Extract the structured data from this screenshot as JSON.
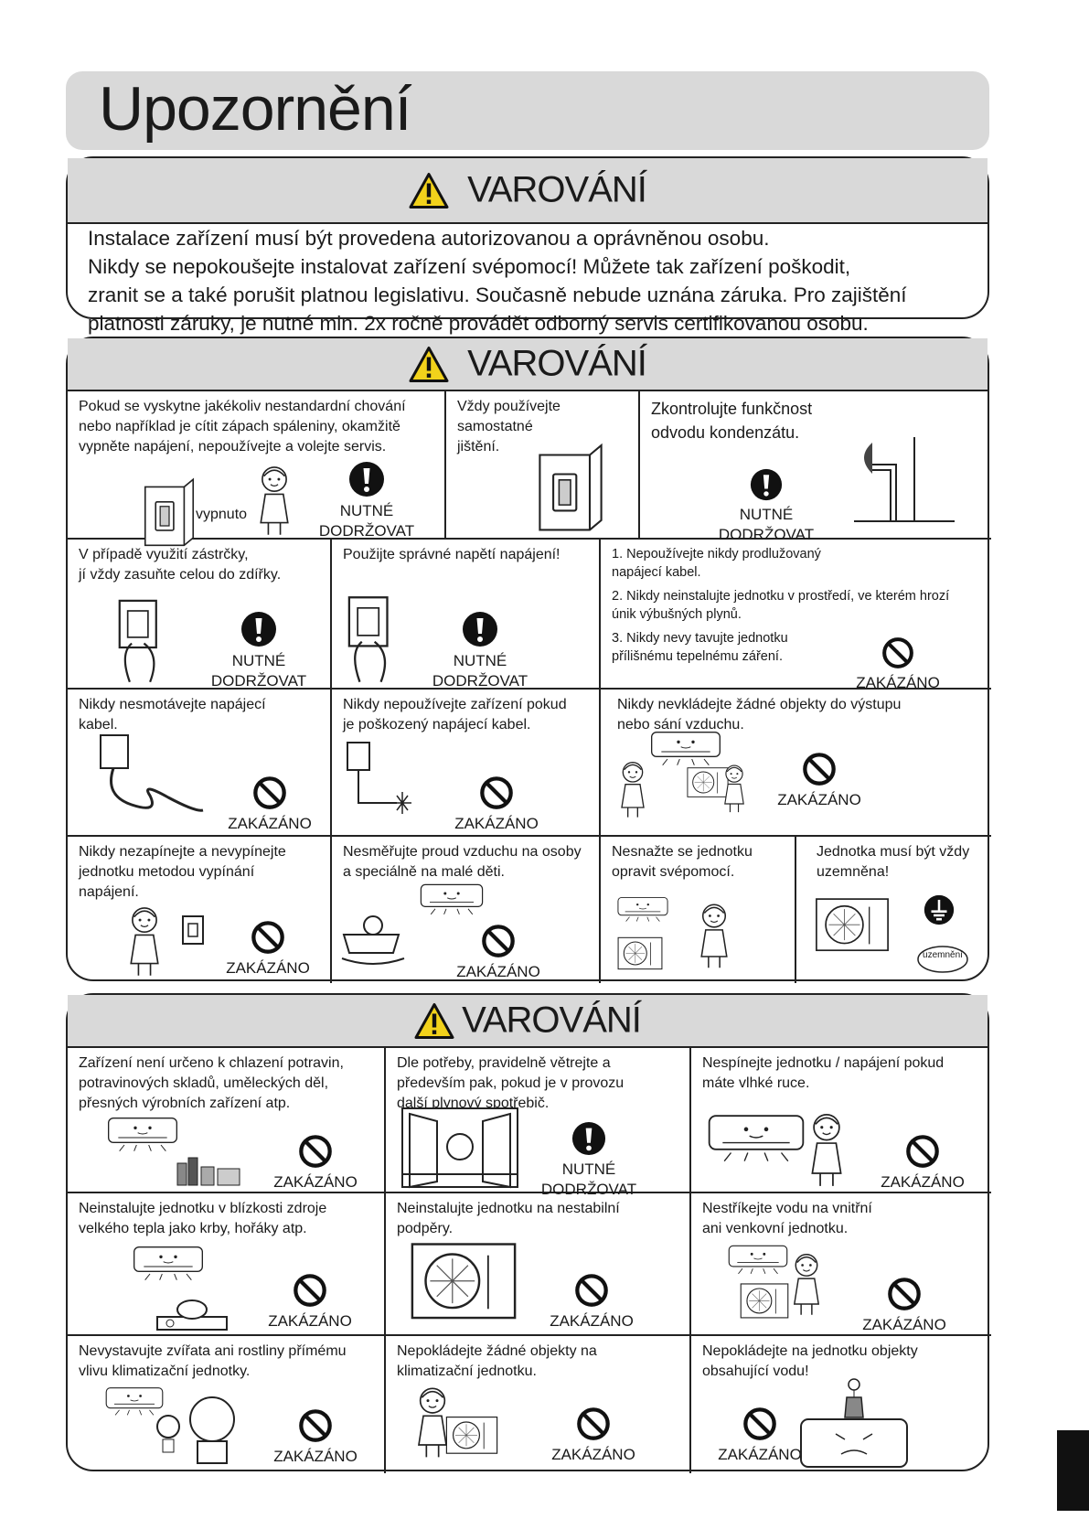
{
  "page_title": "Upozornění",
  "warnings": [
    "VAROVÁNÍ",
    "VAROVÁNÍ",
    "VAROVÁNÍ"
  ],
  "intro_lines": [
    "Instalace zařízení musí být provedena autorizovanou a oprávněnou osobu.",
    "Nikdy se nepokoušejte instalovat zařízení svépomocí! Můžete tak zařízení poškodit,",
    "zranit se a také porušit platnou legislativu. Současně nebude uznána záruka. Pro zajištění",
    "platnosti záruky, je nutné min. 2x ročně provádět odborný servis certifikovanou osobu."
  ],
  "labels": {
    "must": "NUTNÉ\nDODRŽOVAT",
    "forbidden": "ZAKÁZÁNO",
    "off": "vypnuto",
    "ground": "uzemnění"
  },
  "section2": {
    "c1": "Pokud se vyskytne jakékoliv nestandardní chování\nnebo například je cítit zápach spáleniny, okamžitě\nvypněte napájení, nepoužívejte a volejte servis.",
    "c2": "Vždy používejte\nsamostatné\njištění.",
    "c3": "Zkontrolujte funkčnost\nodvodu kondenzátu.",
    "c4": "V případě využití zástrčky,\njí vždy zasuňte celou do zdířky.",
    "c5": "Použijte správné napětí napájení!",
    "c6_1": "1. Nepoužívejte nikdy prodlužovaný\n    napájecí kabel.",
    "c6_2": "2. Nikdy neinstalujte jednotku v prostředí, ve kterém hrozí\n    únik výbušných plynů.",
    "c6_3": "3. Nikdy nevy  tavujte jednotku\n    přílišnému tepelnému záření.",
    "c7": "Nikdy nesmotávejte napájecí\nkabel.",
    "c8": "Nikdy nepoužívejte zařízení pokud\nje poškozený napájecí kabel.",
    "c9": "Nikdy nevkládejte žádné objekty do výstupu\nnebo sání vzduchu.",
    "c10": "Nikdy nezapínejte a nevypínejte\njednotku metodou vypínání\nnapájení.",
    "c11": "Nesměřujte proud vzduchu na osoby\na speciálně na malé děti.",
    "c12": "Nesnažte se jednotku\nopravit svépomocí.",
    "c13": "Jednotka musí být vždy\nuzemněna!"
  },
  "section3": {
    "c1": "Zařízení není určeno k chlazení potravin,\npotravinových skladů, uměleckých děl,\npřesných výrobních zařízení atp.",
    "c2": "Dle potřeby, pravidelně větrejte a\npředevším pak, pokud je v provozu\ndalší plynový spotřebič.",
    "c3": "Nespínejte jednotku / napájení pokud\nmáte vlhké ruce.",
    "c4": "Neinstalujte jednotku v blízkosti zdroje\nvelkého tepla jako krby, hořáky atp.",
    "c5": "Neinstalujte jednotku na nestabilní\npodpěry.",
    "c6": "Nestříkejte vodu na vnitřní\nani venkovní jednotku.",
    "c7": "Nevystavujte zvířata ani rostliny přímému\nvlivu klimatizační jednotky.",
    "c8": "Nepokládejte žádné objekty na\nklimatizační jednotku.",
    "c9": "Nepokládejte na jednotku objekty\nobsahující vodu!"
  },
  "colors": {
    "header_gray": "#d9d9d9",
    "warning_yellow": "#f2d21b",
    "line": "#222222"
  }
}
